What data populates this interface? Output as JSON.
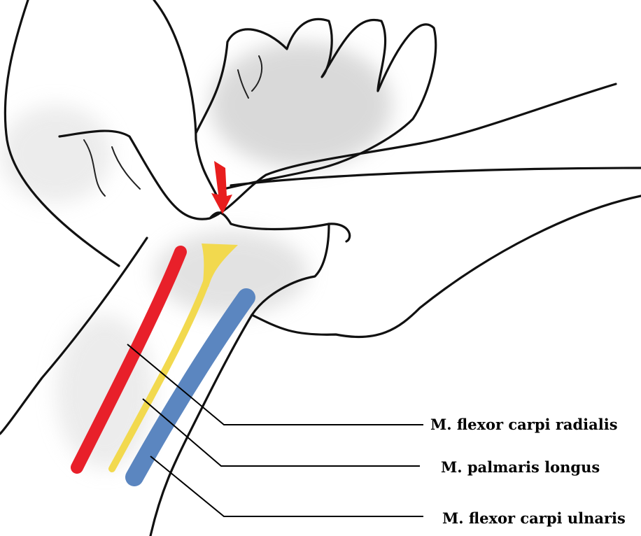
{
  "title": "Wrist flexor tendons palpation",
  "labels": {
    "flexor_carpi_radialis": "M. flexor carpi radialis",
    "palmaris_longus": "M. palmaris longus",
    "flexor_carpi_ulnaris": "M. flexor carpi ulnaris"
  },
  "colors": {
    "flexor_carpi_radialis": "#e8202a",
    "palmaris_longus": "#f2d94e",
    "flexor_carpi_ulnaris": "#5b86c0",
    "arrow": "#e81e1e"
  }
}
